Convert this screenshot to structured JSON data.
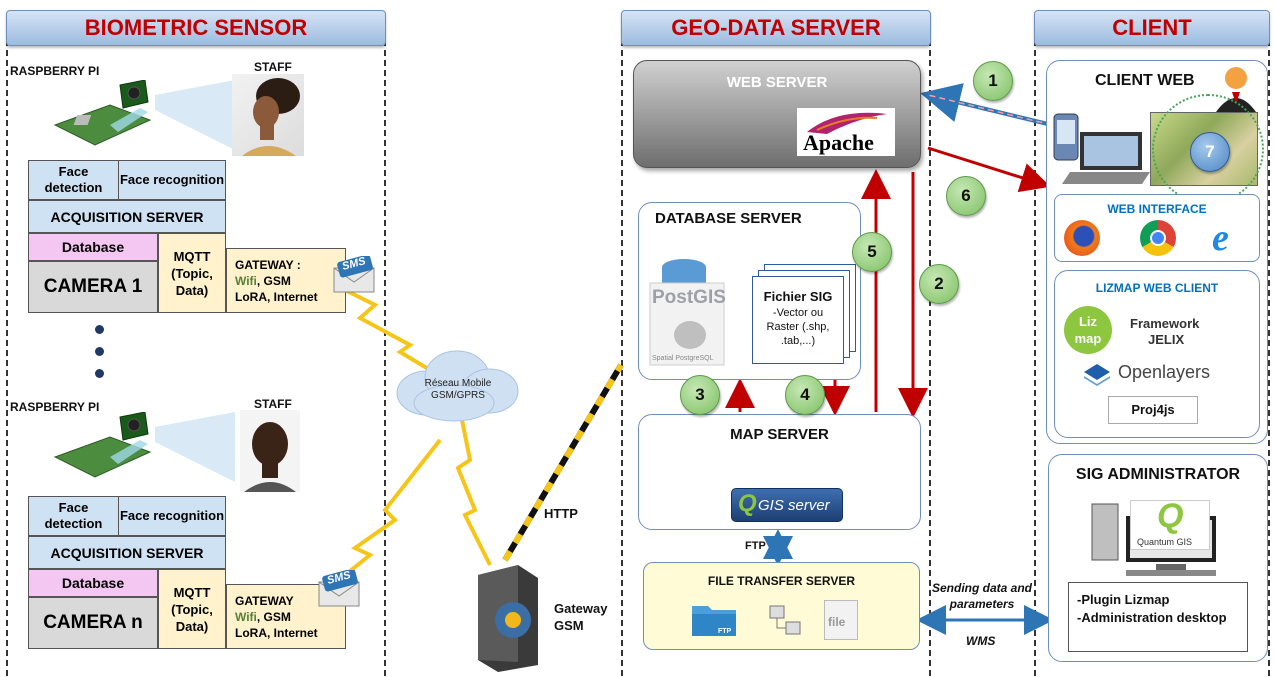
{
  "sections": {
    "biometric": "BIOMETRIC SENSOR",
    "geodata": "GEO-DATA SERVER",
    "client": "CLIENT"
  },
  "sensor1": {
    "device": "RASPBERRY PI",
    "staff": "STAFF",
    "face_detection": "Face detection",
    "face_recognition": "Face recognition",
    "acquisition": "ACQUISITION SERVER",
    "database": "Database",
    "camera": "CAMERA 1",
    "mqtt": "MQTT (Topic, Data)",
    "gateway_title": "GATEWAY :",
    "gateway_wifi": "Wifi",
    "gateway_rest": ", GSM",
    "gateway_line2": "LoRA, Internet",
    "sms": "SMS"
  },
  "sensor2": {
    "device": "RASPBERRY PI",
    "staff": "STAFF",
    "face_detection": "Face detection",
    "face_recognition": "Face recognition",
    "acquisition": "ACQUISITION SERVER",
    "database": "Database",
    "camera": "CAMERA n",
    "mqtt": "MQTT (Topic, Data)",
    "gateway_title": "GATEWAY",
    "gateway_wifi": "Wifi",
    "gateway_rest": ", GSM",
    "gateway_line2": "LoRA, Internet",
    "sms": "SMS"
  },
  "network": {
    "cloud": "Réseau Mobile GSM/GPRS",
    "http": "HTTP",
    "gateway_gsm": "Gateway GSM"
  },
  "server": {
    "web_server": "WEB SERVER",
    "apache": "Apache",
    "db_server": "DATABASE SERVER",
    "postgis": "PostGIS",
    "postgis_sub": "Spatial PostgreSQL",
    "fichier_title": "Fichier SIG",
    "fichier_body": "-Vector ou Raster (.shp, .tab,...)",
    "map_server": "MAP SERVER",
    "qgis_server": "GIS server",
    "ftp": "FTP",
    "file_transfer": "FILE TRANSFER SERVER",
    "ftp_icon": "FTP",
    "file_icon": "file"
  },
  "steps": [
    "1",
    "2",
    "3",
    "4",
    "5",
    "6",
    "7"
  ],
  "links": {
    "sending": "Sending data and parameters",
    "wms": "WMS"
  },
  "client": {
    "web_title": "CLIENT WEB",
    "web_interface": "WEB INTERFACE",
    "lizmap_title": "LIZMAP WEB CLIENT",
    "liz_logo": "Liz map",
    "framework": "Framework",
    "jelix": "JELIX",
    "openlayers": "Openlayers",
    "proj4js": "Proj4js",
    "sig_admin": "SIG ADMINISTRATOR",
    "quantum": "Quantum GIS",
    "admin_items": [
      "-Plugin Lizmap",
      "-Administration desktop"
    ]
  }
}
